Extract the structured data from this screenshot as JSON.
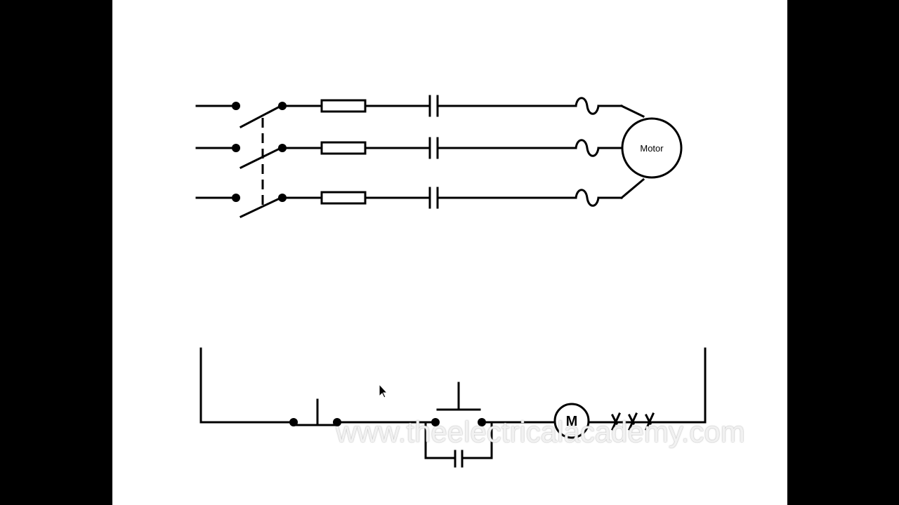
{
  "power_circuit": {
    "motor_label": "Motor",
    "phase_count": 3
  },
  "control_circuit": {
    "coil_label": "M"
  },
  "watermark": "www.theelectricalacademy.com",
  "colors": {
    "background": "#000000",
    "canvas": "#ffffff",
    "line": "#000000"
  }
}
